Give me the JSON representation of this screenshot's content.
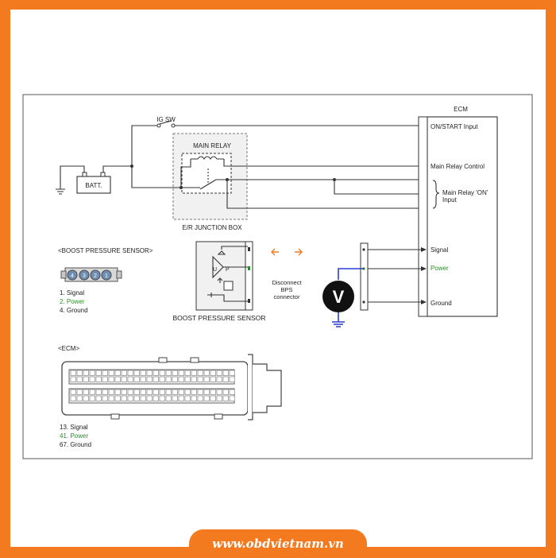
{
  "labels": {
    "ig_sw": "IG SW",
    "batt": "BATT.",
    "main_relay": "MAIN RELAY",
    "junction_box": "E/R JUNCTION BOX",
    "ecm": "ECM",
    "on_start": "ON/START Input",
    "main_relay_control": "Main Relay Control",
    "main_relay_on": "Main Relay 'ON'",
    "input": "Input",
    "signal": "Signal",
    "power": "Power",
    "ground": "Ground",
    "bps_header": "<BOOST PRESSURE SENSOR>",
    "bps_caption": "BOOST PRESSURE SENSOR",
    "disconnect_l1": "Disconnect",
    "disconnect_l2": "BPS",
    "disconnect_l3": "connector",
    "voltmeter": "V",
    "ecm_header": "<ECM>",
    "pin_4": "4",
    "pin_3": "3",
    "pin_2": "2",
    "pin_1": "1",
    "sensor_U": "U",
    "sensor_P": "P"
  },
  "bps_pins": [
    "1. Signal",
    "2. Power",
    "4. Ground"
  ],
  "ecm_pins": [
    "13. Signal",
    "41. Power",
    "67. Ground"
  ],
  "footer": {
    "website": "www.obdvietnam.vn"
  },
  "colors": {
    "background": "#f47a1f",
    "power_wire": "#2a3fd1",
    "power_text": "#2e8b2e"
  }
}
